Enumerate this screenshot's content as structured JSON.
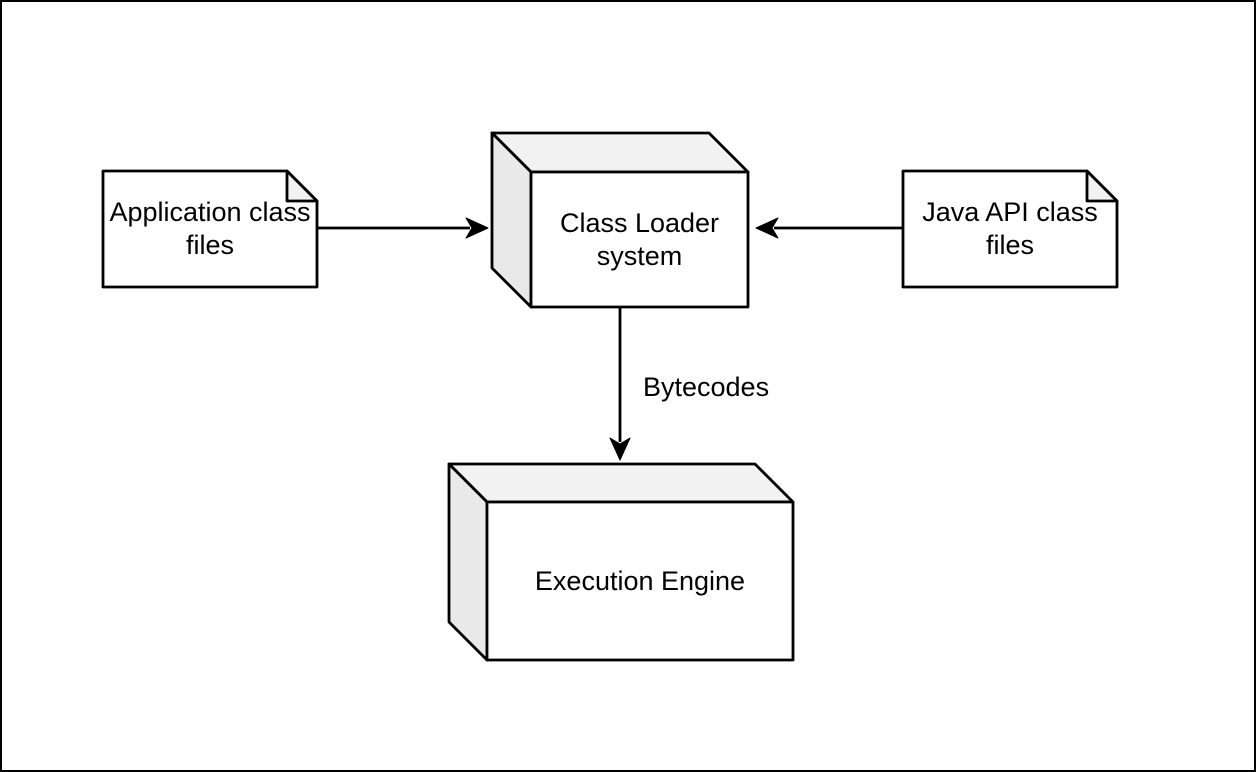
{
  "canvas": {
    "background_color": "#ffffff",
    "border_color": "#000000"
  },
  "palette": {
    "stroke_color": "#000000",
    "node_fill": "#ffffff",
    "shade_fill": "#f2f2f2",
    "shade_fill_dark": "#e9e9e9"
  },
  "nodes": {
    "application_class_files": {
      "shape": "note",
      "label": "Application class files"
    },
    "java_api_class_files": {
      "shape": "note",
      "label": "Java API class files"
    },
    "class_loader_system": {
      "shape": "cube",
      "label": "Class Loader system"
    },
    "execution_engine": {
      "shape": "cube",
      "label": "Execution Engine"
    }
  },
  "edges": {
    "app_files_to_class_loader": {
      "from": "application_class_files",
      "to": "class_loader_system",
      "direction": "right",
      "label": ""
    },
    "java_api_to_class_loader": {
      "from": "java_api_class_files",
      "to": "class_loader_system",
      "direction": "left",
      "label": ""
    },
    "class_loader_to_execution_engine": {
      "from": "class_loader_system",
      "to": "execution_engine",
      "direction": "down",
      "label": "Bytecodes"
    }
  }
}
